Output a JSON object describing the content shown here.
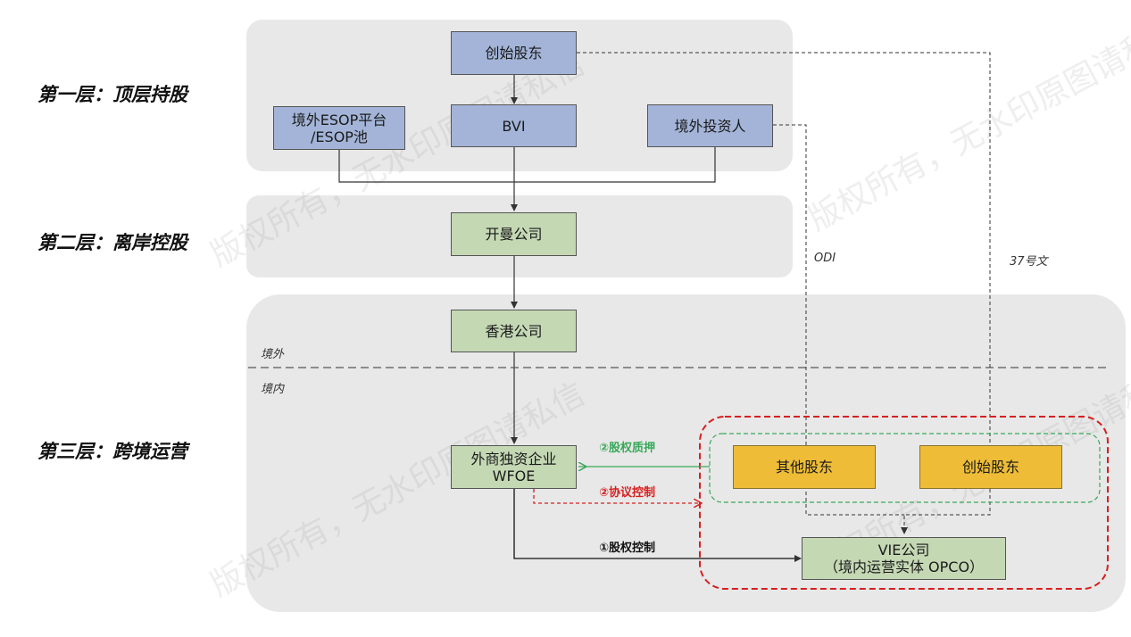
{
  "layers": {
    "layer1": "第一层：顶层持股",
    "layer2": "第二层：离岸控股",
    "layer3": "第三层：跨境运营"
  },
  "boxes": {
    "founder_top": "创始股东",
    "esop": "境外ESOP平台\n/ESOP池",
    "bvi": "BVI",
    "foreign_investor": "境外投资人",
    "cayman": "开曼公司",
    "hk": "香港公司",
    "wfoe": "外商独资企业\nWFOE",
    "other_shareholders": "其他股东",
    "founder_domestic": "创始股东",
    "vie": "VIE公司\n（境内运营实体 OPCO）"
  },
  "labels": {
    "offshore": "境外",
    "onshore": "境内",
    "odi": "ODI",
    "circular37": "37号文",
    "equity_pledge": "②股权质押",
    "agreement_control": "②协议控制",
    "equity_control": "①股权控制"
  },
  "watermark_text": "版权所有，无水印原图请私信",
  "colors": {
    "panel": "#e8e8e8",
    "blue_box": "#a3b4d8",
    "green_box": "#c4d8b4",
    "yellow_box": "#eebc37",
    "pledge_green": "#3aa85a",
    "control_red": "#d62020"
  }
}
